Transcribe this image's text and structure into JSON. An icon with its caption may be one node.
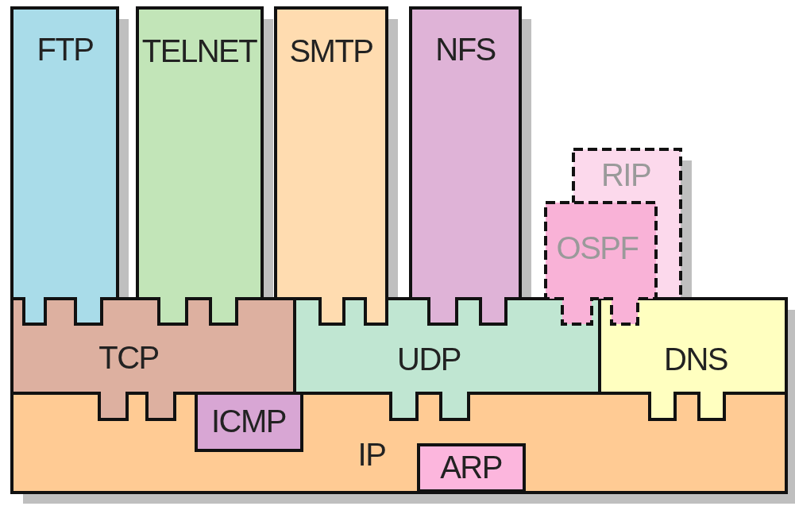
{
  "diagram": {
    "nodes": [
      {
        "text": [
          "FTP"
        ]
      },
      {
        "text": [
          "TELNET"
        ]
      },
      {
        "text": [
          "SMTP"
        ]
      },
      {
        "text": [
          "NFS"
        ]
      },
      {
        "text": [
          "RIP"
        ]
      },
      {
        "text": [
          "OSPF"
        ]
      },
      {
        "text": [
          "TCP"
        ]
      },
      {
        "text": [
          "UDP"
        ]
      },
      {
        "text": [
          "DNS"
        ]
      },
      {
        "text": [
          "IP"
        ]
      },
      {
        "text": [
          "ICMP"
        ],
        "in": 9
      },
      {
        "text": [
          "ARP"
        ],
        "in": 9
      }
    ]
  }
}
